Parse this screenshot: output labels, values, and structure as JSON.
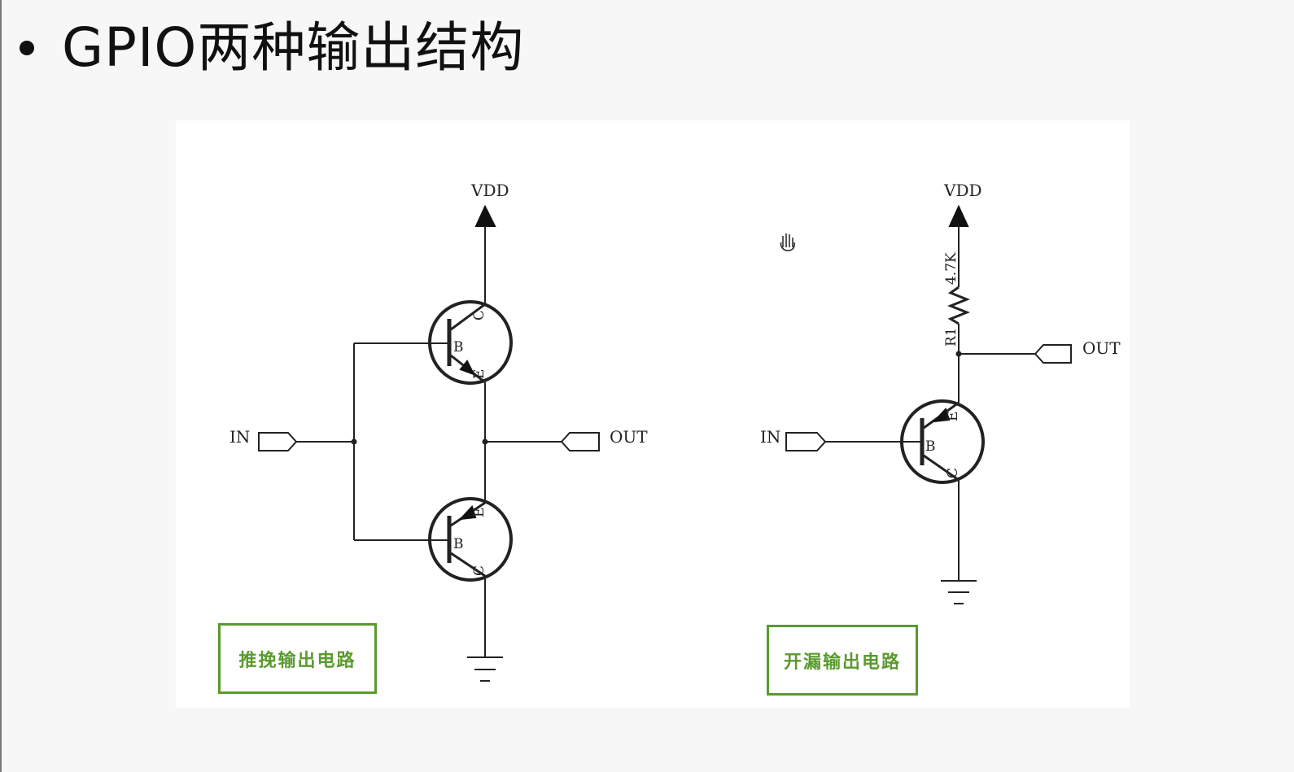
{
  "slide": {
    "title": "GPIO两种输出结构"
  },
  "diagrams": {
    "push_pull": {
      "vdd_label": "VDD",
      "in_label": "IN",
      "out_label": "OUT",
      "base_label": "B",
      "collector_label": "C",
      "emitter_label": "E",
      "caption": "推挽输出电路"
    },
    "open_drain": {
      "vdd_label": "VDD",
      "in_label": "IN",
      "out_label": "OUT",
      "base_label": "B",
      "collector_label": "C",
      "emitter_label": "E",
      "resistor_value": "4.7K",
      "resistor_name": "R1",
      "caption": "开漏输出电路"
    }
  },
  "colors": {
    "caption": "#5a9a2e",
    "line": "#222222"
  },
  "cursor": {
    "icon": "hand-cursor-icon"
  }
}
